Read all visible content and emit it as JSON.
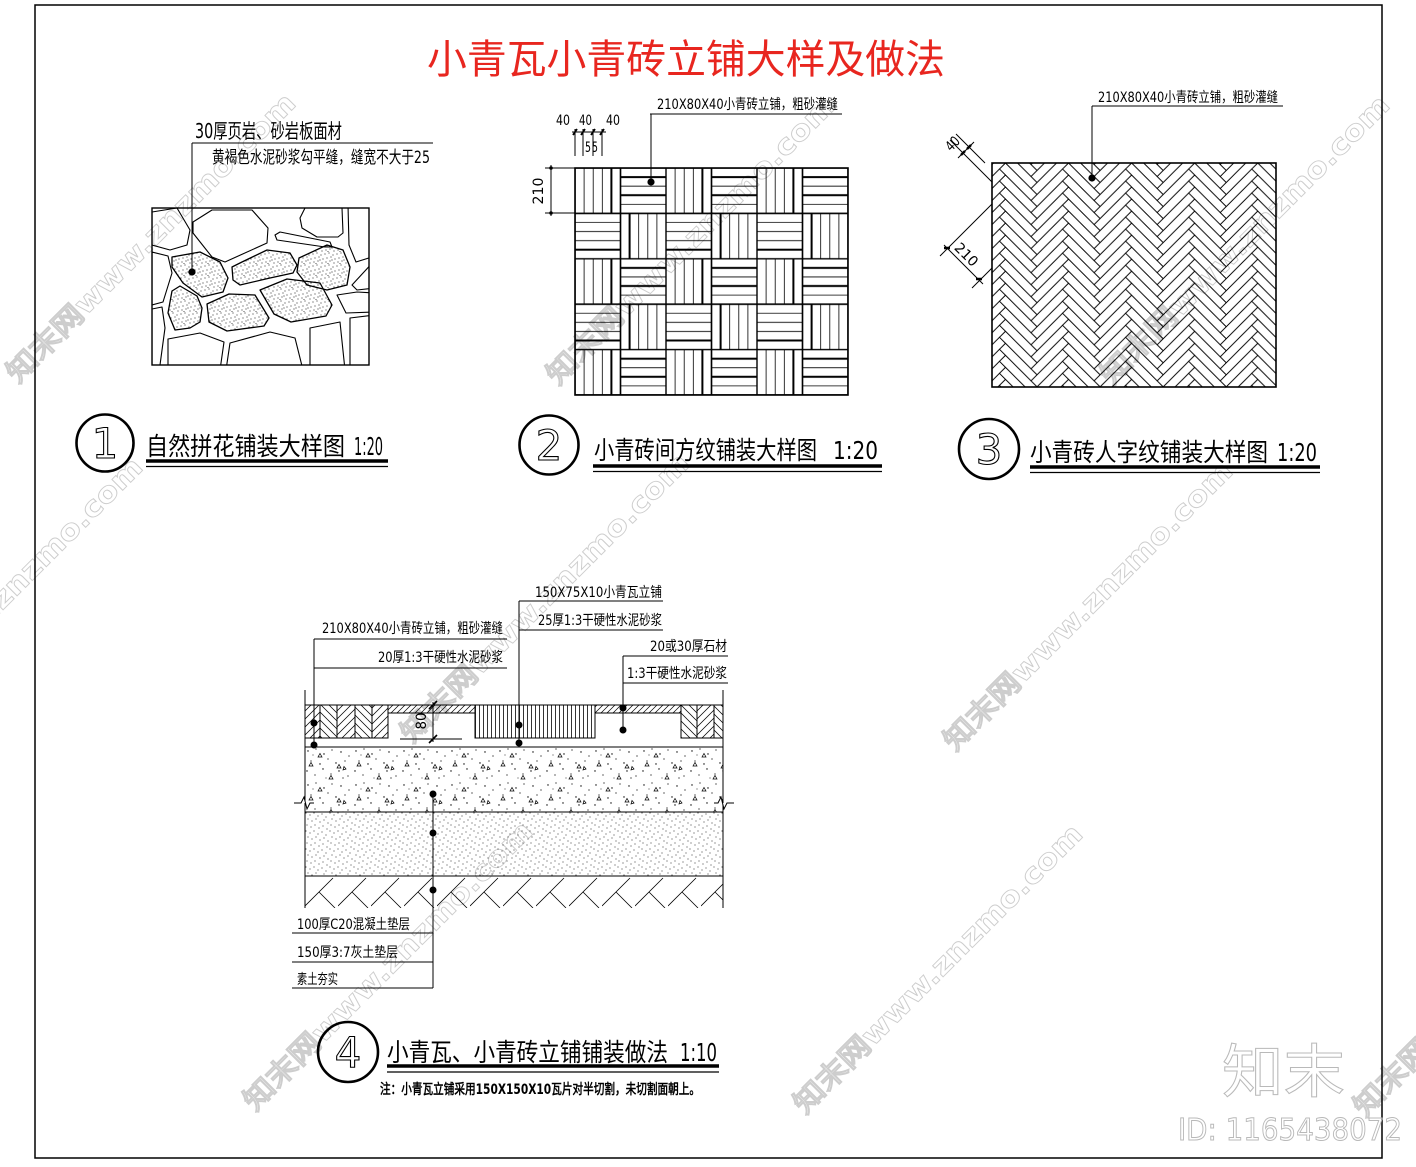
{
  "title": "小青瓦小青砖立铺大样及做法",
  "colors": {
    "title": "#e8261f",
    "line": "#000000",
    "watermark": "#cdcdcd",
    "background": "#ffffff"
  },
  "detail1": {
    "number": "1",
    "name": "自然拼花铺装大样图",
    "scale": "1:20",
    "material": "30厚页岩、砂岩板面材",
    "joint": "黄褐色水泥砂浆勾平缝，缝宽不大于25"
  },
  "detail2": {
    "number": "2",
    "name": "小青砖间方纹铺装大样图",
    "scale": "1:20",
    "material": "210X80X40小青砖立铺，粗砂灌缝",
    "dims": {
      "top": [
        "40",
        "40",
        "40"
      ],
      "gaps": [
        "5",
        "5"
      ],
      "side": "210"
    }
  },
  "detail3": {
    "number": "3",
    "name": "小青砖人字纹铺装大样图",
    "scale": "1:20",
    "material": "210X80X40小青砖立铺，粗砂灌缝",
    "dims": {
      "width": "40",
      "length": "210"
    }
  },
  "detail4": {
    "number": "4",
    "name": "小青瓦、小青砖立铺铺装做法",
    "scale": "1:10",
    "callouts": {
      "tile": [
        "150X75X10小青瓦立铺",
        "25厚1:3干硬性水泥砂浆"
      ],
      "brick": [
        "210X80X40小青砖立铺，粗砂灌缝",
        "20厚1:3干硬性水泥砂浆"
      ],
      "stone": [
        "20或30厚石材",
        "1:3干硬性水泥砂浆"
      ],
      "base": [
        "100厚C20混凝土垫层",
        "150厚3:7灰土垫层",
        "素土夯实"
      ]
    },
    "dim_height": "80",
    "note": "注：小青瓦立铺采用150X150X10瓦片对半切割，未切割面朝上。"
  },
  "watermark": {
    "text": "知末网www.znzmo.com",
    "logo": "知末",
    "id": "ID: 1165438072"
  }
}
